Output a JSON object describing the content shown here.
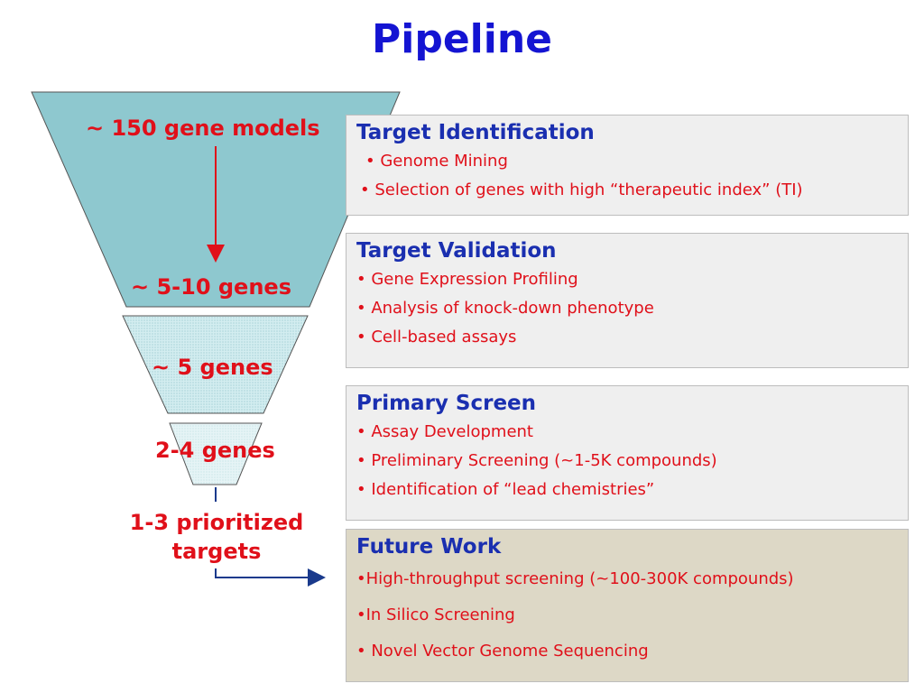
{
  "title": "Pipeline",
  "stages": [
    "~ 150 gene models",
    "~ 5-10 genes",
    "~ 5 genes",
    "2-4 genes",
    "1-3 prioritized\ntargets"
  ],
  "boxes": [
    {
      "heading": "Target Identification",
      "items": [
        "• Genome Mining",
        "• Selection of genes with high “therapeutic index” (TI)"
      ]
    },
    {
      "heading": "Target Validation",
      "items": [
        "• Gene Expression Profiling",
        "• Analysis of knock-down phenotype",
        "• Cell-based assays"
      ]
    },
    {
      "heading": "Primary Screen",
      "items": [
        "• Assay Development",
        "• Preliminary Screening (~1-5K compounds)",
        "• Identification of “lead chemistries”"
      ]
    },
    {
      "heading": "Future Work",
      "items": [
        "•High-throughput screening (~100-300K compounds)",
        "•In Silico Screening",
        "• Novel Vector Genome Sequencing"
      ]
    }
  ],
  "colors": {
    "title": "#1414d2",
    "heading": "#1a2fb0",
    "item": "#e0101a",
    "funnel_top": "#8ec8cf",
    "funnel_mid": "#c4e6ea",
    "funnel_low": "#e0f1f3",
    "box": "#efefef",
    "box_future": "#ddd8c6"
  }
}
